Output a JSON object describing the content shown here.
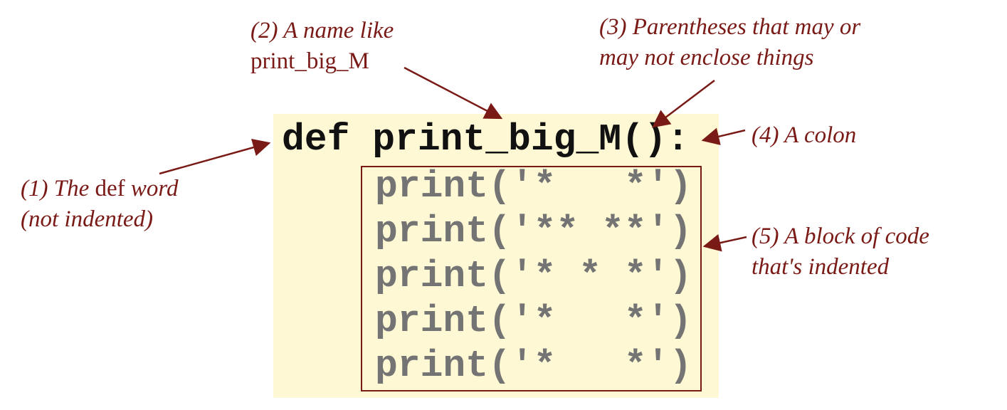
{
  "colors": {
    "annotation": "#7a1a16",
    "code_background": "#fff8d4",
    "def_text": "#111111",
    "body_text": "#747474"
  },
  "code": {
    "def_line": "def print_big_M():",
    "body_lines": [
      "print('*   *')",
      "print('** **')",
      "print('* * *')",
      "print('*   *')",
      "print('*   *')"
    ]
  },
  "annotations": {
    "def_word": {
      "prefix": "(1) The ",
      "keyword": "def",
      "suffix": " word",
      "line2": "(not indented)"
    },
    "name": {
      "line1": "(2) A name like",
      "line2": "print_big_M"
    },
    "parentheses": {
      "line1": "(3) Parentheses that may or",
      "line2": "may not enclose things"
    },
    "colon": {
      "line1": "(4) A colon"
    },
    "block": {
      "line1": "(5) A block of code",
      "line2": "that's indented"
    }
  }
}
